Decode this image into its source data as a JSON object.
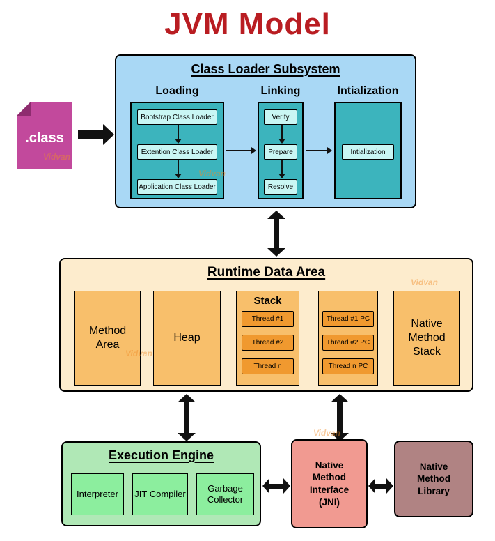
{
  "title": "JVM Model",
  "watermark": "Vidvan",
  "class_file": {
    "label": ".class"
  },
  "class_loader": {
    "title": "Class Loader Subsystem",
    "loading": {
      "title": "Loading",
      "items": [
        "Bootstrap Class Loader",
        "Extention Class Loader",
        "Application Class Loader"
      ]
    },
    "linking": {
      "title": "Linking",
      "items": [
        "Verify",
        "Prepare",
        "Resolve"
      ]
    },
    "initialization": {
      "title": "Intialization",
      "items": [
        "Intialization"
      ]
    }
  },
  "runtime": {
    "title": "Runtime Data Area",
    "method_area": "Method Area",
    "heap": "Heap",
    "stack": {
      "title": "Stack",
      "items": [
        "Thread #1",
        "Thread #2",
        "Thread n"
      ]
    },
    "pc_registers": {
      "items": [
        "Thread #1 PC",
        "Thread #2 PC",
        "Thread n PC"
      ]
    },
    "native_method_stack": "Native Method Stack"
  },
  "execution_engine": {
    "title": "Execution Engine",
    "items": [
      "Interpreter",
      "JIT Compiler",
      "Garbage Collector"
    ]
  },
  "jni": {
    "label": "Native Method Interface (JNI)"
  },
  "native_method_library": {
    "label": "Native Method Library"
  },
  "colors": {
    "title_red": "#b91d22",
    "class_loader_bg": "#a9d8f5",
    "teal": "#3cb4bd",
    "cyan_item": "#c9f6f4",
    "runtime_bg": "#fdeccd",
    "orange_box": "#f8bf6b",
    "orange_item": "#f0992f",
    "execution_bg": "#b0e8b6",
    "green_item": "#8cee9e",
    "jni_bg": "#f19a91",
    "library_bg": "#b08383",
    "class_file_magenta": "#c2499c",
    "watermark_orange": "#f08c28"
  }
}
